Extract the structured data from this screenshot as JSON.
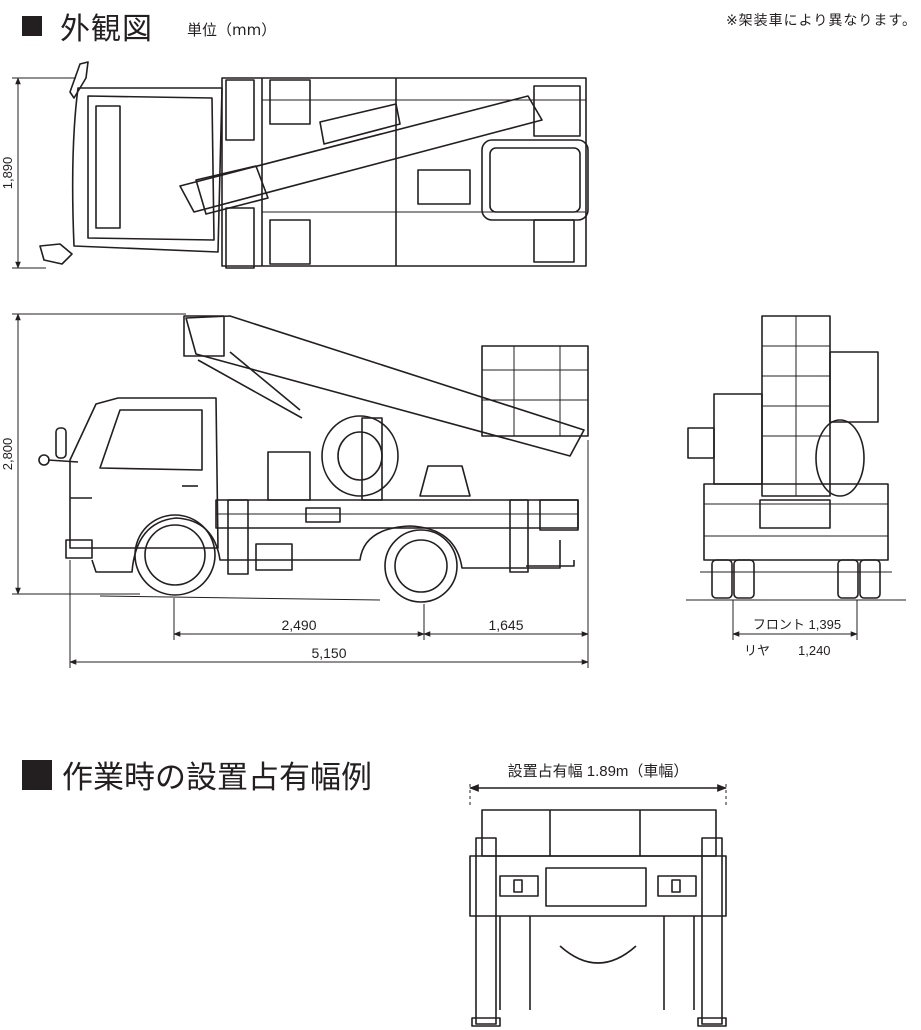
{
  "header": {
    "title": "外観図",
    "unit": "単位（mm）",
    "note": "※架装車により異なります。"
  },
  "dimensions": {
    "width": "1,890",
    "height": "2,800",
    "wheelbase": "2,490",
    "rear_overhang": "1,645",
    "overall_length": "5,150",
    "front_tread": "フロント 1,395",
    "rear_tread_label": "リヤ",
    "rear_tread_value": "1,240"
  },
  "section2": {
    "title": "作業時の設置占有幅例",
    "width_label": "設置占有幅 1.89m（車幅）"
  }
}
